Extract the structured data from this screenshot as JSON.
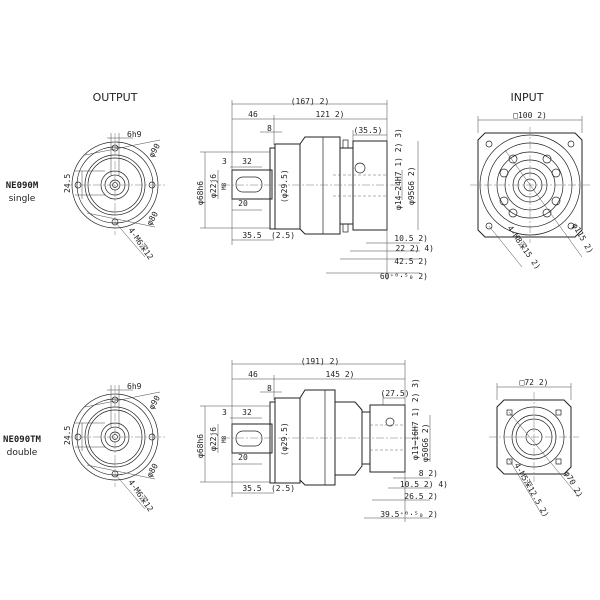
{
  "headers": {
    "output": "OUTPUT",
    "input": "INPUT"
  },
  "rows": [
    {
      "model": "NE090M",
      "variant": "single",
      "output_view": {
        "key": "6h9",
        "pcd": "φ90",
        "offset": "24.5",
        "pilot": "φ80",
        "holes": "4-M6深12"
      },
      "side_view": {
        "overall": "(167)  2)",
        "shaft_len": "46",
        "body_len": "121  2)",
        "flange_t": "8",
        "adapter_len": "(35.5)",
        "key_off": "3",
        "key_len": "32",
        "shaft_dia": "φ68h6",
        "shaft_d2": "φ22j6",
        "key_w": "M8",
        "key_depth": "20",
        "recess": "(φ29.5)",
        "shaft_total": "35.5",
        "gap": "(2.5)",
        "input_bore": "φ14~24H7  1)  2)  3)",
        "input_pilot": "φ95G6  2)",
        "right_dims": [
          "10.5  2)",
          "22  2) 4)",
          "42.5  2)",
          "60⁺⁰·⁵₀  2)"
        ]
      },
      "input_view": {
        "square": "□100  2)",
        "pcd": "φ115  2)",
        "holes": "4-M8深15  2)"
      }
    },
    {
      "model": "NE090TM",
      "variant": "double",
      "output_view": {
        "key": "6h9",
        "pcd": "φ90",
        "offset": "24.5",
        "pilot": "φ80",
        "holes": "4-M6深12"
      },
      "side_view": {
        "overall": "(191)  2)",
        "shaft_len": "46",
        "body_len": "145  2)",
        "flange_t": "8",
        "adapter_len": "(27.5)",
        "key_off": "3",
        "key_len": "32",
        "shaft_dia": "φ68h6",
        "shaft_d2": "φ22j6",
        "key_w": "M8",
        "key_depth": "20",
        "recess": "(φ29.5)",
        "shaft_total": "35.5",
        "gap": "(2.5)",
        "input_bore": "φ11~16H7  1)  2)  3)",
        "input_pilot": "φ50G6  2)",
        "right_dims": [
          "8  2)",
          "10.5  2) 4)",
          "26.5  2)",
          "39.5⁺⁰·⁵₀  2)"
        ]
      },
      "input_view": {
        "square": "□72  2)",
        "pcd": "φ70  2)",
        "holes": "4-M5深12.5  2)"
      }
    }
  ]
}
